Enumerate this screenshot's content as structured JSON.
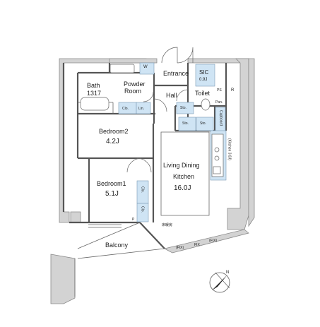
{
  "plan": {
    "rooms": {
      "entrance": "Entrance",
      "sic": "SIC",
      "sic_size": "0.9J",
      "bath": "Bath",
      "bath_size": "1317",
      "powder": "Powder",
      "powder_room": "Room",
      "hall": "Hall",
      "toilet": "Toilet",
      "bedroom2": "Bedroom2",
      "bedroom2_size": "4.2J",
      "ldk_line1": "Living Dining",
      "ldk_line2": "Kitchen",
      "ldk_size": "16.0J",
      "bedroom1": "Bedroom1",
      "bedroom1_size": "5.1J",
      "balcony": "Balcony",
      "kitchen_side": "(Kitchen 3.8J)"
    },
    "fixtures": {
      "w": "W",
      "cl_top": "Clo.",
      "lin": "Lin.",
      "sto_hall": "Sto.",
      "sto_left": "Sto.",
      "sto_right": "Sto.",
      "ps": "PS",
      "r": "R",
      "pan": "Pan.",
      "cupboard": "Cupboard",
      "clo_b1_a": "Clo.",
      "clo_b1_b": "Clo.",
      "p": "P",
      "floor_heating": "床暖房",
      "fix1": "(FIX)",
      "fix2": "FIX",
      "fix3": "(FIX)"
    },
    "compass_symbol": "N",
    "colors": {
      "wall": "#d0d0d0",
      "wall_edge": "#8a8a8a",
      "storage": "#cfe4f4",
      "line": "#555555"
    }
  }
}
